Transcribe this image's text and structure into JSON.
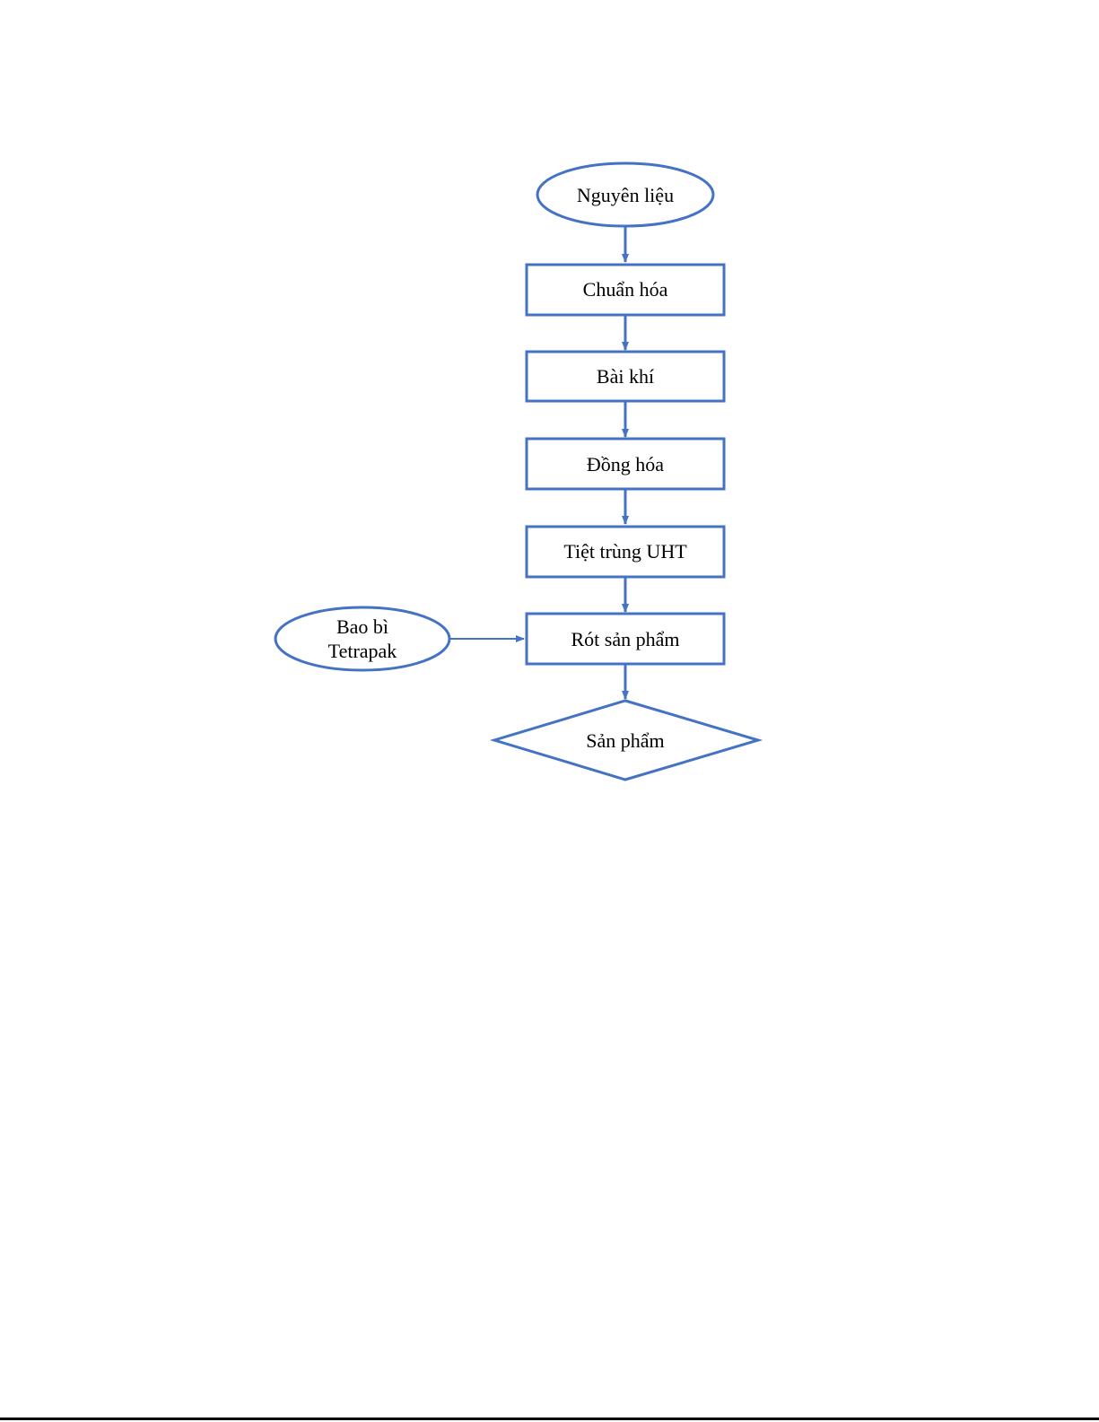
{
  "colors": {
    "stroke": "#4472c4",
    "text": "#000000",
    "background": "#ffffff"
  },
  "nodes": {
    "start": {
      "label": "Nguyên liệu",
      "shape": "ellipse"
    },
    "standardize": {
      "label": "Chuẩn hóa",
      "shape": "rectangle"
    },
    "deaerate": {
      "label": "Bài khí",
      "shape": "rectangle"
    },
    "homogenize": {
      "label": "Đồng hóa",
      "shape": "rectangle"
    },
    "uht": {
      "label": "Tiệt trùng UHT",
      "shape": "rectangle"
    },
    "fill": {
      "label": "Rót sản phẩm",
      "shape": "rectangle"
    },
    "packaging": {
      "label_line1": "Bao bì",
      "label_line2": "Tetrapak",
      "shape": "ellipse"
    },
    "product": {
      "label": "Sản phẩm",
      "shape": "diamond"
    }
  },
  "edges": [
    {
      "from": "start",
      "to": "standardize"
    },
    {
      "from": "standardize",
      "to": "deaerate"
    },
    {
      "from": "deaerate",
      "to": "homogenize"
    },
    {
      "from": "homogenize",
      "to": "uht"
    },
    {
      "from": "uht",
      "to": "fill"
    },
    {
      "from": "packaging",
      "to": "fill"
    },
    {
      "from": "fill",
      "to": "product"
    }
  ]
}
